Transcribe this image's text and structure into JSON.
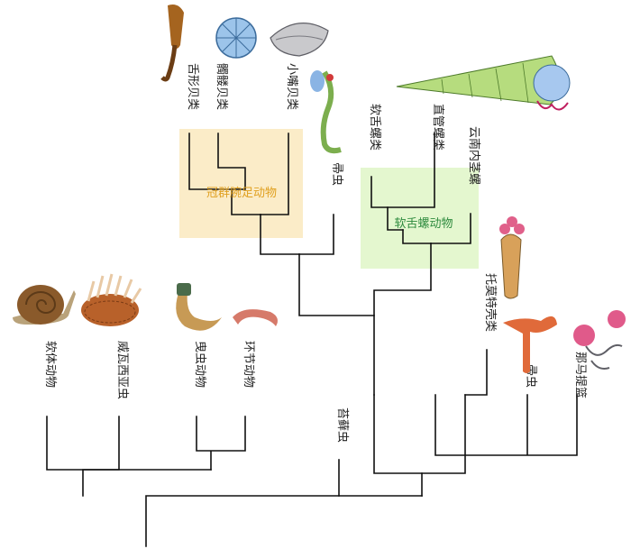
{
  "groups": {
    "lophophorata": {
      "label": "冠群腕足动物",
      "label_color": "#e0a020",
      "box_color": "#fbecc8"
    },
    "hyolitha": {
      "label": "软舌螺动物",
      "label_color": "#2e8b3e",
      "box_color": "#e4f7cf"
    }
  },
  "taxa": {
    "mollusca": "软体动物",
    "wiwaxia": "威瓦西亚虫",
    "priapulida": "曳虫动物",
    "annelida": "环节动物",
    "lingulida": "舌形贝类",
    "craniida": "髑髅贝类",
    "rhynchonellata": "小嘴贝类",
    "phoronida": "帚虫",
    "hyolithida": "软舌螺类",
    "orthothecida": "直管螺类",
    "yunnan": "云南内茎螺",
    "tommotiid": "托莫特壳类",
    "bryozoa": "苔藓虫",
    "phoronid_worm": "帚虫",
    "entoprocta": "那马提篮"
  },
  "colors": {
    "yunnan_label": "#c8102e",
    "branch": "#111111"
  }
}
